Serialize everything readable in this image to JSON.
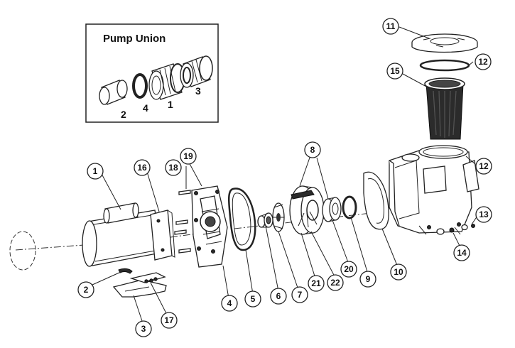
{
  "inset": {
    "title": "Pump Union",
    "labels": [
      "2",
      "4",
      "1",
      "3"
    ]
  },
  "callouts": [
    {
      "id": "c1",
      "num": "1"
    },
    {
      "id": "c2",
      "num": "2"
    },
    {
      "id": "c3",
      "num": "3"
    },
    {
      "id": "c4",
      "num": "4"
    },
    {
      "id": "c5",
      "num": "5"
    },
    {
      "id": "c6",
      "num": "6"
    },
    {
      "id": "c7",
      "num": "7"
    },
    {
      "id": "c8",
      "num": "8"
    },
    {
      "id": "c9",
      "num": "9"
    },
    {
      "id": "c10",
      "num": "10"
    },
    {
      "id": "c11",
      "num": "11"
    },
    {
      "id": "c12a",
      "num": "12"
    },
    {
      "id": "c12b",
      "num": "12"
    },
    {
      "id": "c13",
      "num": "13"
    },
    {
      "id": "c14",
      "num": "14"
    },
    {
      "id": "c15",
      "num": "15"
    },
    {
      "id": "c16",
      "num": "16"
    },
    {
      "id": "c17",
      "num": "17"
    },
    {
      "id": "c18",
      "num": "18"
    },
    {
      "id": "c19",
      "num": "19"
    },
    {
      "id": "c20",
      "num": "20"
    },
    {
      "id": "c21",
      "num": "21"
    },
    {
      "id": "c22",
      "num": "22"
    }
  ]
}
